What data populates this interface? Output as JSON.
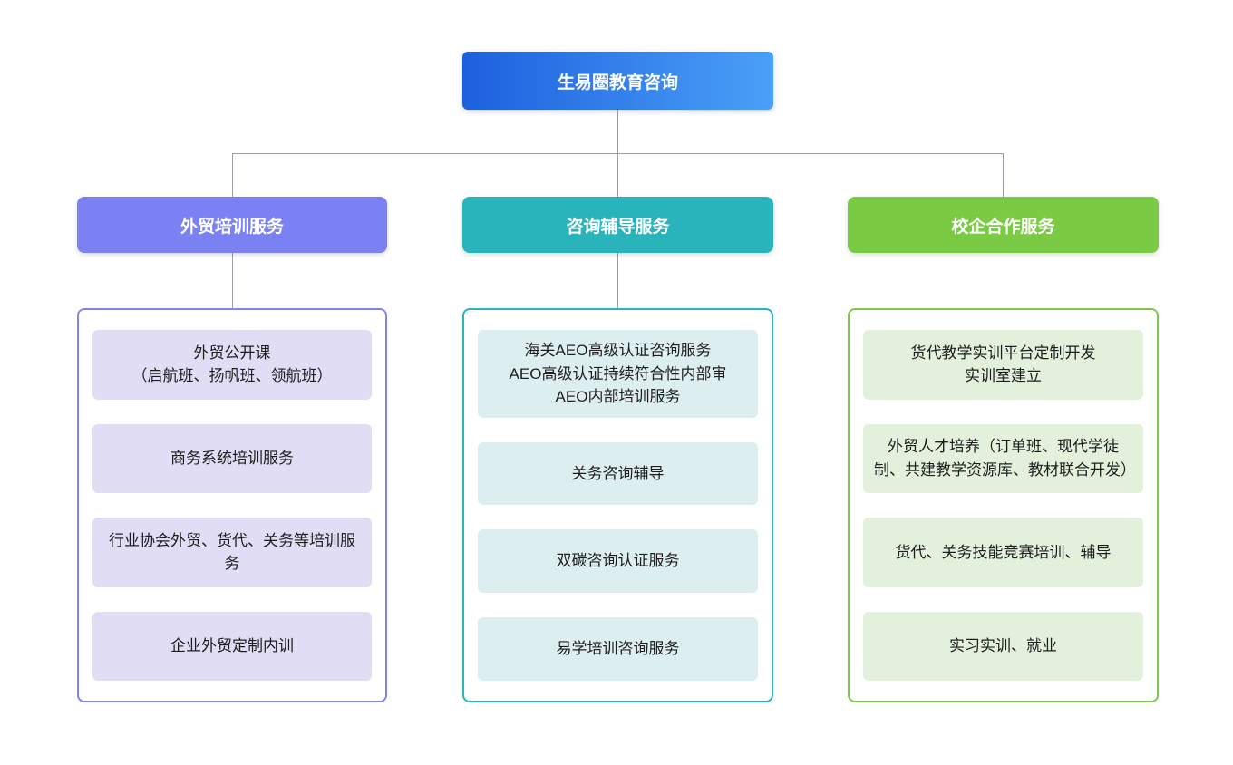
{
  "root": {
    "label": "生易圈教育咨询"
  },
  "branches": [
    {
      "header": "外贸培训服务",
      "items": [
        "外贸公开课\n（启航班、扬帆班、领航班）",
        "商务系统培训服务",
        "行业协会外贸、货代、关务等培训服务",
        "企业外贸定制内训"
      ]
    },
    {
      "header": "咨询辅导服务",
      "items": [
        "海关AEO高级认证咨询服务\nAEO高级认证持续符合性内部审\nAEO内部培训服务",
        "关务咨询辅导",
        "双碳咨询认证服务",
        "易学培训咨询服务"
      ]
    },
    {
      "header": "校企合作服务",
      "items": [
        "货代教学实训平台定制开发\n实训室建立",
        "外贸人才培养（订单班、现代学徒制、共建教学资源库、教材联合开发）",
        "货代、关务技能竞赛培训、辅导",
        "实习实训、就业"
      ]
    }
  ],
  "colors": {
    "root_gradient_start": "#1d60de",
    "root_gradient_end": "#4aa0f8",
    "branch1_accent": "#7b80f2",
    "branch1_item_bg": "#e1ddf5",
    "branch2_accent": "#29b4bc",
    "branch2_item_bg": "#ddeef1",
    "branch3_accent": "#7aca44",
    "branch3_item_bg": "#e3f1dc",
    "connector": "#99a0a8",
    "item_text": "#1e1e1e"
  }
}
